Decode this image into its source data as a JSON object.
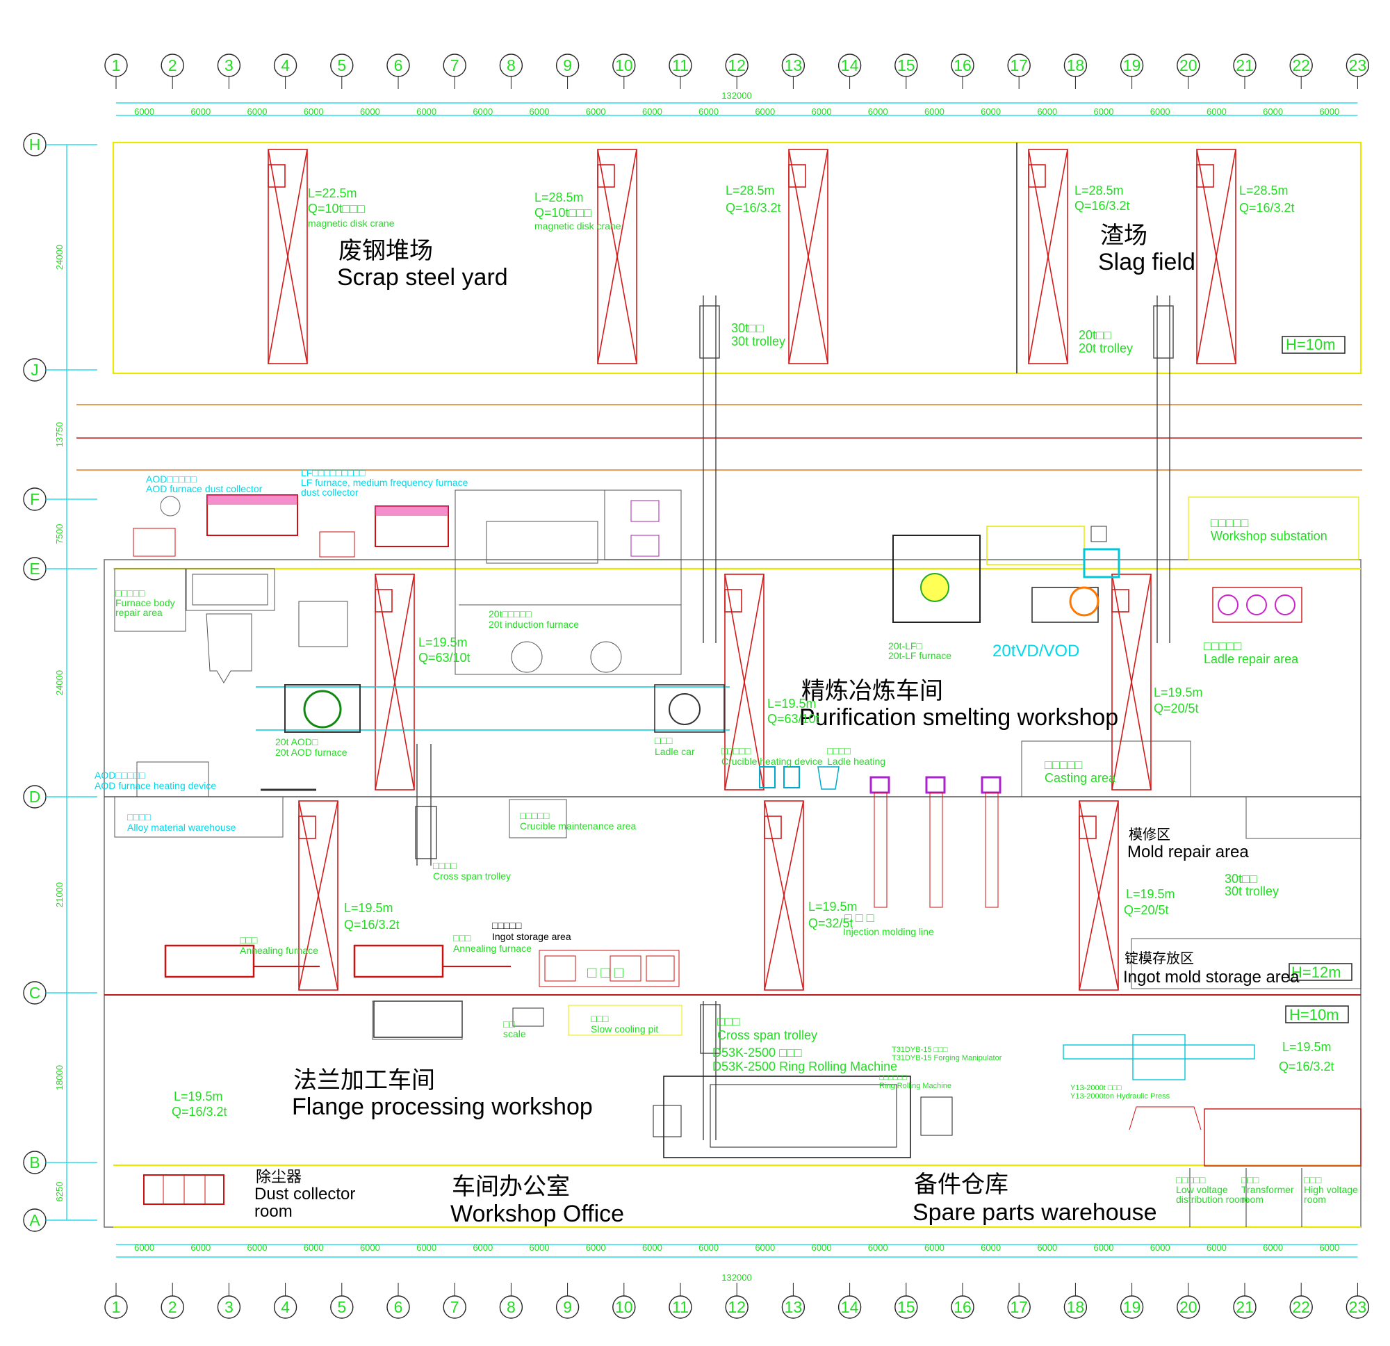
{
  "grid": {
    "columns": [
      "1",
      "2",
      "3",
      "4",
      "5",
      "6",
      "7",
      "8",
      "9",
      "10",
      "11",
      "12",
      "13",
      "14",
      "15",
      "16",
      "17",
      "18",
      "19",
      "20",
      "21",
      "22",
      "23"
    ],
    "rows": [
      "H",
      "J",
      "F",
      "E",
      "D",
      "C",
      "B",
      "A"
    ],
    "span_label": "6000",
    "total_label": "132000",
    "left_dims": [
      "24000",
      "13750",
      "7500",
      "24000",
      "21000",
      "18000",
      "6250"
    ]
  },
  "areas": {
    "scrap_cn": "废钢堆场",
    "scrap": "Scrap steel yard",
    "slag_cn": "渣场",
    "slag": "Slag field",
    "purification_cn": "精炼冶炼车间",
    "purification": "Purification smelting workshop",
    "flange_cn": "法兰加工车间",
    "flange": "Flange processing workshop",
    "office_cn": "车间办公室",
    "office": "Workshop Office",
    "spare_cn": "备件仓库",
    "spare": "Spare parts warehouse",
    "dust_room_cn": "除尘器",
    "dust_room_1": "Dust collector",
    "dust_room_2": "room",
    "mold_repair_cn": "模修区",
    "mold_repair": "Mold repair area",
    "ingot_mold_cn": "锭模存放区",
    "ingot_mold": "Ingot mold storage area",
    "vd": "20tVD/VOD"
  },
  "heights": {
    "h10a": "H=10m",
    "h12": "H=12m",
    "h10b": "H=10m"
  },
  "cranes": {
    "c1_l": "L=22.5m",
    "c1_q": "Q=10t□□□",
    "c1_t": "magnetic disk crane",
    "c2_l": "L=28.5m",
    "c2_q": "Q=10t□□□",
    "c2_t": "magnetic disk crane",
    "c3_l": "L=28.5m",
    "c3_q": "Q=16/3.2t",
    "c4_l": "L=28.5m",
    "c4_q": "Q=16/3.2t",
    "c5_l": "L=28.5m",
    "c5_q": "Q=16/3.2t",
    "c6_l": "L=19.5m",
    "c6_q": "Q=63/10t",
    "c7_l": "L=19.5m",
    "c7_q": "Q=63/10t",
    "c8_l": "L=19.5m",
    "c8_q": "Q=20/5t",
    "c9_l": "L=19.5m",
    "c9_q": "Q=16/3.2t",
    "c10_l": "L=19.5m",
    "c10_q": "Q=32/5t",
    "c11_l": "L=19.5m",
    "c11_q": "Q=20/5t",
    "c12_l": "L=19.5m",
    "c12_q": "Q=16/3.2t",
    "c13_l": "L=19.5m",
    "c13_q": "Q=16/3.2t"
  },
  "equipment": {
    "trolley30_cn": "30t□□",
    "trolley30": "30t trolley",
    "trolley20_cn": "20t□□",
    "trolley20": "20t trolley",
    "trolley30b_cn": "30t□□",
    "trolley30b": "30t trolley",
    "aod_dust_cn": "AOD□□□□□",
    "aod_dust": "AOD furnace dust collector",
    "lf_dust_cn": "LF□□□□□□□□□",
    "lf_dust_1": "LF furnace, medium frequency furnace",
    "lf_dust_2": "dust collector",
    "furnace_repair_cn": "□□□□□",
    "furnace_repair_1": "Furnace body",
    "furnace_repair_2": "repair area",
    "induction_cn": "20t□□□□□",
    "induction": "20t induction furnace",
    "aod_cn": "20t AOD□",
    "aod": "20t AOD furnace",
    "ladle_car_cn": "□□□",
    "ladle_car": "Ladle car",
    "lf_cn": "20t-LF□",
    "lf": "20t-LF furnace",
    "substation_cn": "□□□□□",
    "substation": "Workshop substation",
    "ladle_repair_cn": "□□□□□",
    "ladle_repair": "Ladle repair area",
    "aod_heat_cn": "AOD□□□□□",
    "aod_heat": "AOD furnace heating device",
    "crucible_heat_cn": "□□□□□",
    "crucible_heat": "Crucible heating device",
    "ladle_heat_cn": "□□□□",
    "ladle_heat": "Ladle heating",
    "casting_cn": "□□□□□",
    "casting": "Casting area",
    "alloy_cn": "□□□□",
    "alloy": "Alloy material warehouse",
    "crucible_maint_cn": "□□□□□",
    "crucible_maint": "Crucible maintenance area",
    "cross_trolley_cn": "□□□□",
    "cross_trolley": "Cross span trolley",
    "injection_cn": "□ □ □",
    "injection": "Injection molding line",
    "annealing1_cn": "□□□",
    "annealing1": "Annealing furnace",
    "annealing2_cn": "□□□",
    "annealing2": "Annealing furnace",
    "ingot_storage_cn": "□□□□□",
    "ingot_storage": "Ingot storage area",
    "bins": "□ □ □",
    "scale_cn": "□□",
    "scale": "scale",
    "slow_cool_cn": "□□□",
    "slow_cool": "Slow cooling pit",
    "cross_trolley2_cn": "□□□",
    "cross_trolley2": "Cross span trolley",
    "ring_cn": "D53K-2500 □□□",
    "ring": "D53K-2500 Ring Rolling Machine",
    "manip_cn": "T31DYB-15 □□□",
    "manip": "T31DYB-15 Forging Manipulator",
    "ring2_cn": "□□□□□□",
    "ring2": "Ring Rolling Machine",
    "press_cn": "Y13-2000t □□□",
    "press": "Y13-2000ton Hydraulic Press",
    "low_volt_cn": "□□□□□",
    "low_volt_1": "Low voltage",
    "low_volt_2": "distribution room",
    "transformer_cn": "□□□",
    "transformer_1": "Transformer",
    "transformer_2": "room",
    "high_volt_cn": "□□□",
    "high_volt_1": "High voltage",
    "high_volt_2": "room"
  }
}
